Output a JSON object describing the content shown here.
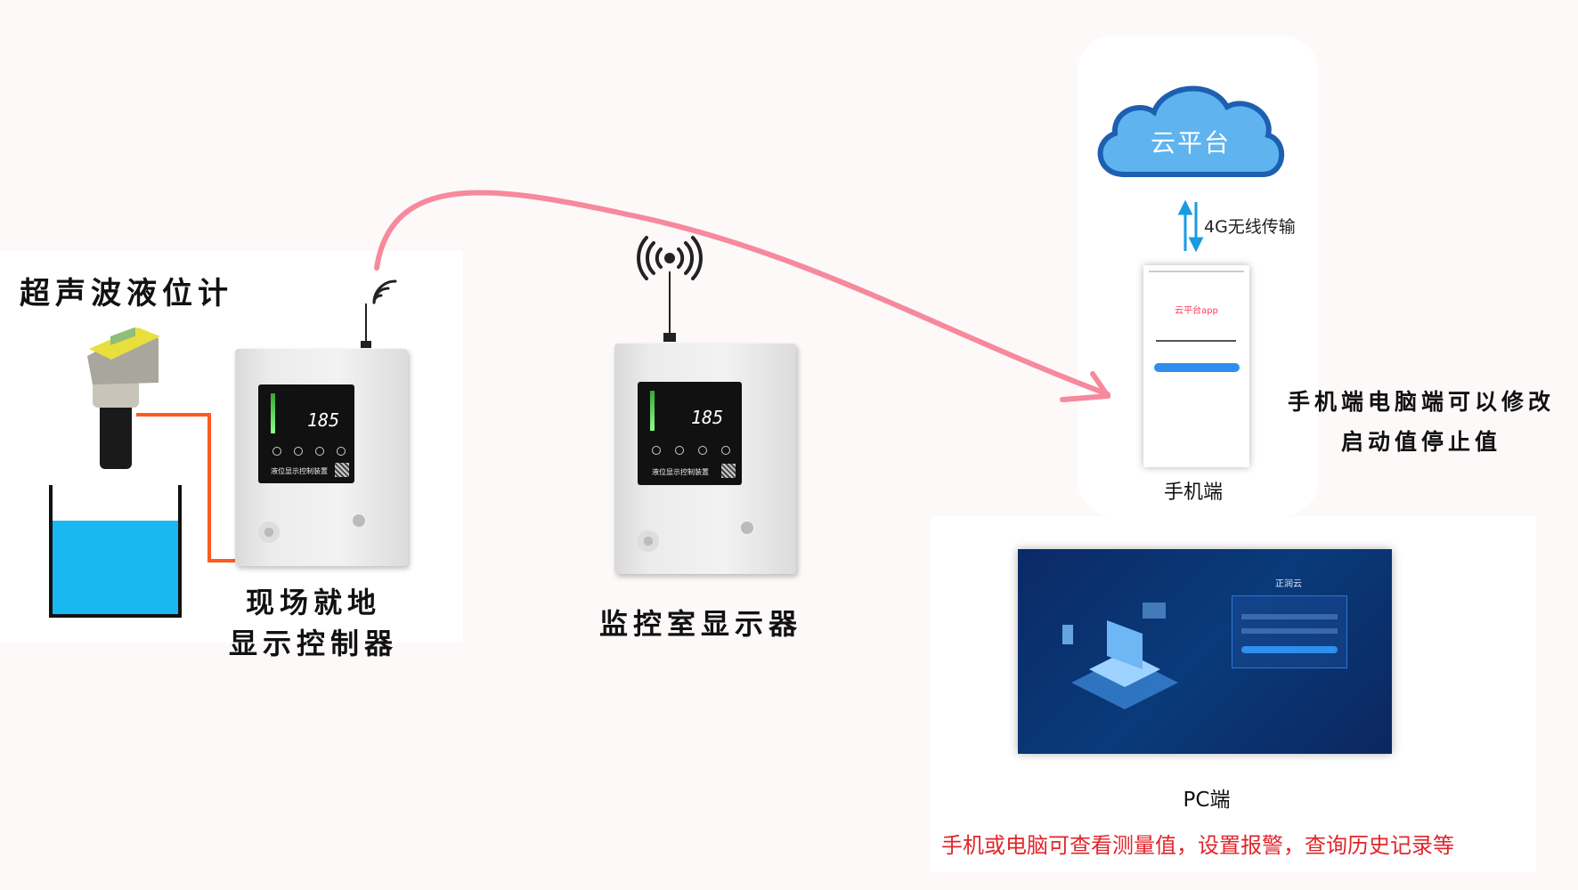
{
  "sensor": {
    "title": "超声波液位计"
  },
  "field_controller": {
    "label_line1": "现场就地",
    "label_line2": "显示控制器",
    "reading": "185",
    "panel_title": "液位显示控制装置"
  },
  "monitor_display": {
    "label": "监控室显示器",
    "reading": "185",
    "panel_title": "液位显示控制装置"
  },
  "cloud": {
    "label": "云平台"
  },
  "link": {
    "label": "4G无线传输"
  },
  "phone": {
    "app_title": "云平台app",
    "label": "手机端"
  },
  "note": {
    "line1": "手机端电脑端可以修改",
    "line2": "启动值停止值"
  },
  "pc": {
    "screen_title": "正润云",
    "label": "PC端"
  },
  "footer_note": "手机或电脑可查看测量值，设置报警，查询历史记录等",
  "colors": {
    "water": "#19b8f0",
    "wire": "#ff5a1f",
    "signal_curve": "#f7899c",
    "cloud": "#5fb3ef",
    "footer_text": "#e0262b",
    "pc_bg": "#0b2a66"
  }
}
